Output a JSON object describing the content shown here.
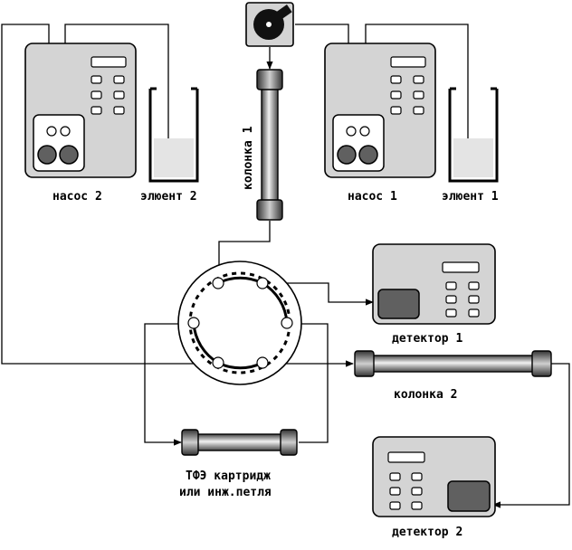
{
  "labels": {
    "pump2": "насос 2",
    "eluent2": "элюент 2",
    "pump1": "насос 1",
    "eluent1": "элюент 1",
    "column1": "колонка 1",
    "column2": "колонка 2",
    "detector1": "детектор 1",
    "detector2": "детектор 2",
    "cartridge_line1": "ТФЭ картридж",
    "cartridge_line2": "или инж.петля"
  },
  "colors": {
    "device_body": "#d4d4d4",
    "dark_panel": "#606060",
    "liquid": "#e4e4e4",
    "column_dark": "#555555",
    "column_light": "#f2f2f2"
  }
}
